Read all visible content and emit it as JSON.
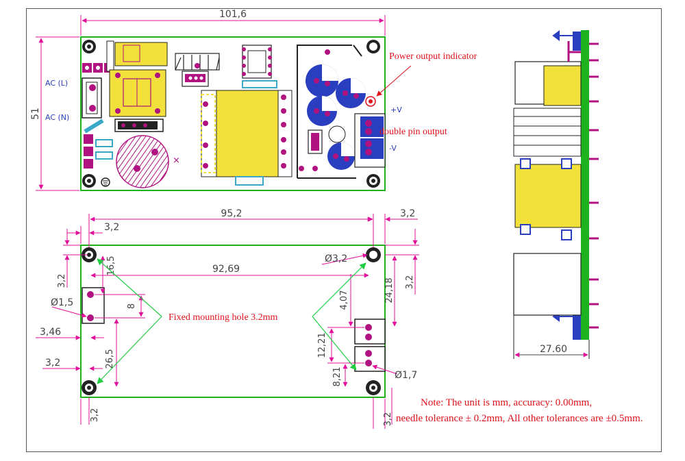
{
  "dimensions": {
    "top_width": "101,6",
    "top_height": "51",
    "bottom_width": "95,2",
    "left_offset": "3,2",
    "right_offset": "3,2",
    "inner_width": "92,69",
    "hole_diameter": "Ø3,2",
    "left_v_offset": "3,2",
    "left_upper_span": "16,5",
    "left_conn_pitch": "8",
    "left_hole_dia": "Ø1,5",
    "left_edge_offset": "3,46",
    "left_lower_offset": "3,2",
    "left_lower_span": "26,5",
    "left_bottom_offset": "3,2",
    "right_upper_span": "24,18",
    "right_top_offset": "3,2",
    "right_pin_offset": "4,07",
    "right_conn_span": "12,21",
    "right_lower_span": "8,21",
    "right_hole_dia": "Ø1,7",
    "right_bottom_offset": "3,2",
    "side_depth": "27.60"
  },
  "labels": {
    "ac_l": "AC (L)",
    "ac_n": "AC (N)",
    "plus_v": "+V",
    "minus_v": "-V",
    "power_indicator": "Power output indicator",
    "double_pin": "double pin output",
    "mounting_hole": "Fixed mounting hole 3.2mm",
    "note_line1": "Note: The unit is mm,  accuracy: 0.00mm,",
    "note_line2": "needle tolerance ± 0.2mm, All other tolerances are ±0.5mm."
  },
  "colors": {
    "board_outline": "#1fb21f",
    "component": "#f2e13a",
    "pad": "#b0127f",
    "dimension": "#e0109a",
    "annotation": "#e0101a",
    "leader": "#22cc44",
    "cap_blue": "#2a3fbf"
  }
}
